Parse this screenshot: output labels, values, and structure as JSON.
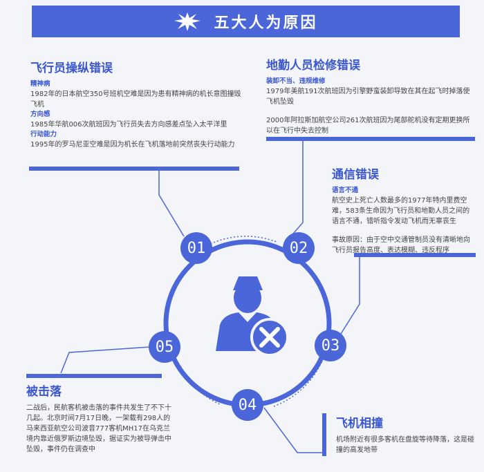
{
  "banner": {
    "title": "五大人为原因",
    "icon": "starburst-icon"
  },
  "s01": {
    "title": "飞行员操纵错误",
    "items": [
      {
        "sub": "精神病",
        "text": "1982年的日本航空350号班机空难是因为患有精神病的机长意图撞毁飞机"
      },
      {
        "sub": "方向感",
        "text": "1985年华航006次航班因为飞行员失去方向感差点坠入太平洋里"
      },
      {
        "sub": "行动能力",
        "text": "1995年的罗马尼亚空难是因为机长在飞机落地前突然丧失行动能力"
      }
    ]
  },
  "s02": {
    "title": "地勤人员检修错误",
    "sub": "装卸不当、违规维修",
    "text1": "1979年美航191次航班因为引擎野蛮装卸导致在其在起飞时掉落使飞机坠毁",
    "text2": "2000年阿拉斯加航空公司261次航班因为尾部舵机没有定期更换所以在飞行中失去控制"
  },
  "s03": {
    "title": "通信错误",
    "sub": "语言不通",
    "text1": "航空史上死亡人数最多的1977年特内里费空难，583条生命因为飞行员和地勤人员之间的语言不通，错听指令发动飞机而无辜丧生",
    "text2": "事故原因：由于空中交通管制员没有清晰地向飞行员报告高度、表达模糊、违反程序"
  },
  "s04": {
    "title": "飞机相撞",
    "text": "机场附近有很多客机在盘旋等待降落，这是碰撞的高发地带"
  },
  "s05": {
    "title": "被击落",
    "text": "二战后，民航客机被击落的事件共发生了不下十几起。北京时间7月17日晚，一架载有298人的马来西亚航空公司波音777客机MH17在乌克兰境内靠近俄罗斯边境坠毁，据证实为被导弹击中坠毁，事件仍在调查中"
  },
  "numbers": [
    "01",
    "02",
    "03",
    "04",
    "05"
  ],
  "center_icon": "pilot-cancel-icon",
  "colors": {
    "accent": "#4a66d8",
    "title": "#3a57cf",
    "text": "#444444",
    "background": "#f4f5f9"
  }
}
